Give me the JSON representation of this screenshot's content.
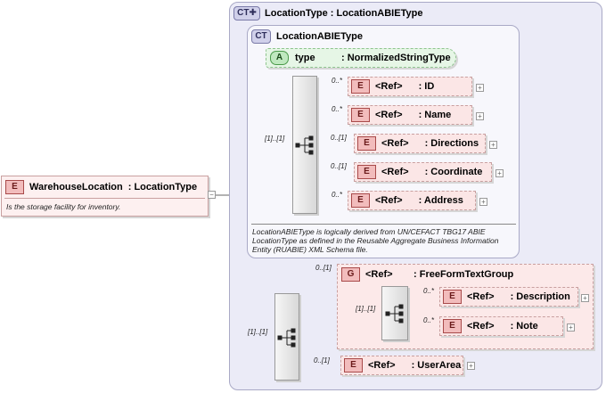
{
  "root": {
    "badge": "E",
    "name": "WarehouseLocation",
    "type": ": LocationType",
    "documentation": "Is the storage facility for inventory."
  },
  "outer_type": {
    "badge": "CT",
    "title": "LocationType : LocationABIEType"
  },
  "inner_type": {
    "badge": "CT",
    "title": "LocationABIEType",
    "attribute": {
      "badge": "A",
      "name": "type",
      "type": ": NormalizedStringType"
    },
    "sequence_cardinality": "[1]..[1]",
    "elements": [
      {
        "badge": "E",
        "ref": "<Ref>",
        "name": ": ID",
        "cardinality": "0..*"
      },
      {
        "badge": "E",
        "ref": "<Ref>",
        "name": ": Name",
        "cardinality": "0..*"
      },
      {
        "badge": "E",
        "ref": "<Ref>",
        "name": ": Directions",
        "cardinality": "0..[1]"
      },
      {
        "badge": "E",
        "ref": "<Ref>",
        "name": ": Coordinate",
        "cardinality": "0..[1]"
      },
      {
        "badge": "E",
        "ref": "<Ref>",
        "name": ": Address",
        "cardinality": "0..*"
      }
    ],
    "documentation": [
      "LocationABIEType is logically derived from UN/CEFACT TBG17 ABIE",
      "LocationType as defined in the Reusable Aggregate Business Information",
      "Entity (RUABIE) XML Schema file."
    ]
  },
  "extension": {
    "sequence_cardinality": "[1]..[1]",
    "group": {
      "badge": "G",
      "ref": "<Ref>",
      "name": ": FreeFormTextGroup",
      "cardinality": "0..[1]",
      "sequence_cardinality": "[1]..[1]",
      "elements": [
        {
          "badge": "E",
          "ref": "<Ref>",
          "name": ": Description",
          "cardinality": "0..*"
        },
        {
          "badge": "E",
          "ref": "<Ref>",
          "name": ": Note",
          "cardinality": "0..*"
        }
      ]
    },
    "user_area": {
      "badge": "E",
      "ref": "<Ref>",
      "name": ": UserArea",
      "cardinality": "0..[1]"
    }
  },
  "expand_symbol": "+",
  "collapse_symbol": "−"
}
